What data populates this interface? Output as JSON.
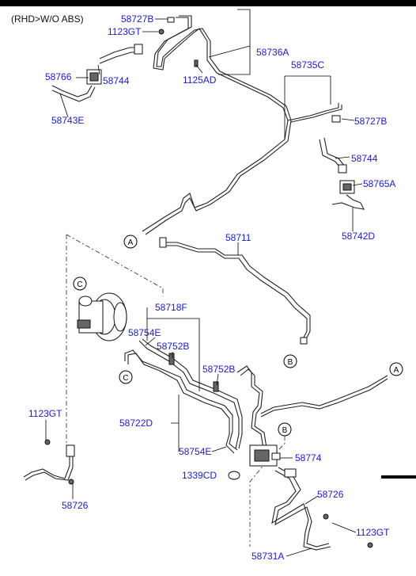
{
  "header": {
    "note": "(RHD>W/O ABS)"
  },
  "callouts": {
    "c58727B_top": "58727B",
    "c1123GT_top": "1123GT",
    "c58736A": "58736A",
    "c58766": "58766",
    "c58744_left": "58744",
    "c1125AD": "1125AD",
    "c58735C": "58735C",
    "c58743E": "58743E",
    "c58727B_right": "58727B",
    "c58744_right": "58744",
    "c58765A": "58765A",
    "c58742D": "58742D",
    "c58711": "58711",
    "c58718F": "58718F",
    "c58754E_upper": "58754E",
    "c58752B_left": "58752B",
    "c58752B_mid": "58752B",
    "c1123GT_left": "1123GT",
    "c58722D": "58722D",
    "c58754E_lower": "58754E",
    "c58774": "58774",
    "c58726_left": "58726",
    "c58726_right": "58726",
    "c1123GT_right": "1123GT",
    "c58731A": "58731A",
    "c1339CD": "1339CD"
  },
  "refs": {
    "A": "A",
    "B": "B",
    "C": "C"
  }
}
